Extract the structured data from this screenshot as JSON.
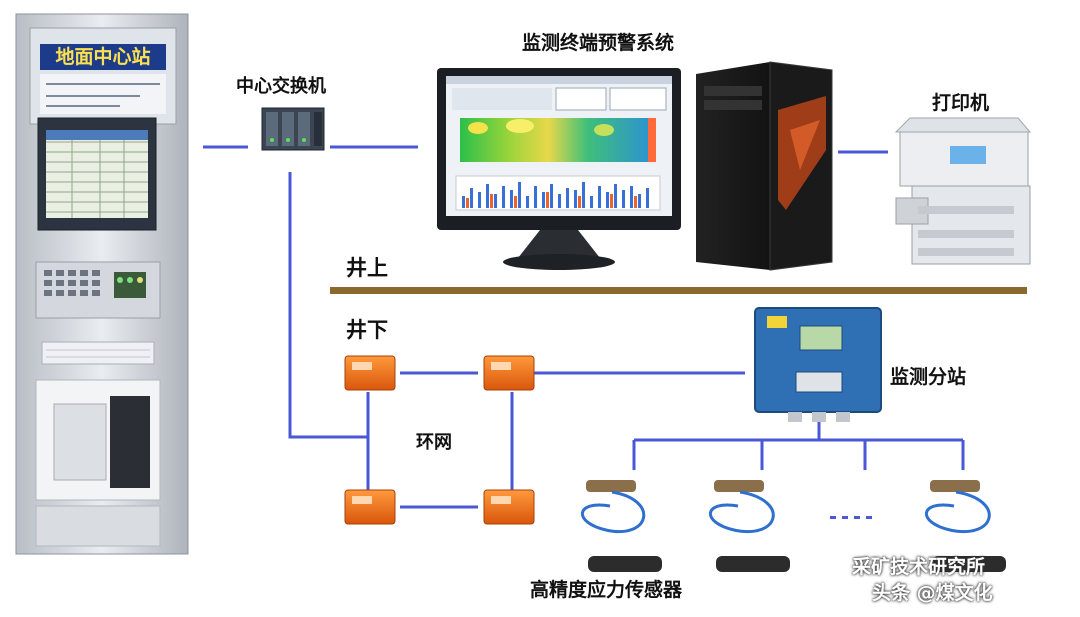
{
  "cabinet": {
    "title": "地面中心站"
  },
  "labels": {
    "central_switch": "中心交换机",
    "monitoring_terminal": "监测终端预警系统",
    "printer": "打印机",
    "above_ground": "井上",
    "underground": "井下",
    "ring_network": "环网",
    "substation": "监测分站",
    "sensors": "高精度应力传感器"
  },
  "watermark": {
    "line1": "采矿技术研究所",
    "line2": "头条 @煤文化"
  },
  "colors": {
    "link": "#4a57d6",
    "divider": "#8a6a2c",
    "switch_box": "#f07a1e",
    "substation": "#2f6fb3",
    "cabinet_frame": "#c7cbd2"
  }
}
